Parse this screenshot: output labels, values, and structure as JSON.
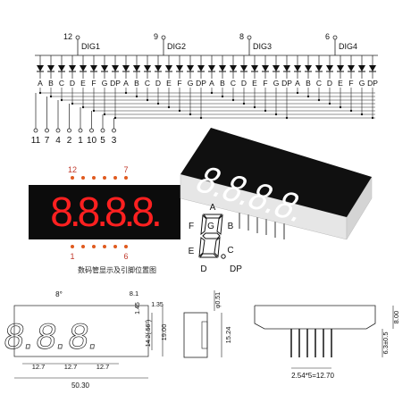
{
  "schematic": {
    "digits": [
      {
        "name": "DIG1",
        "pin": "12"
      },
      {
        "name": "DIG2",
        "pin": "9"
      },
      {
        "name": "DIG3",
        "pin": "8"
      },
      {
        "name": "DIG4",
        "pin": "6"
      }
    ],
    "segments": [
      "A",
      "B",
      "C",
      "D",
      "E",
      "F",
      "G",
      "DP"
    ],
    "bottom_pins": [
      "11",
      "7",
      "4",
      "2",
      "1",
      "10",
      "5",
      "3"
    ]
  },
  "front_view": {
    "top_pins": [
      "12",
      "7"
    ],
    "bottom_pins": [
      "1",
      "6"
    ],
    "digit_text": "8.8.8.8.",
    "caption": "数码管显示及引脚位置图",
    "display_color": "#ff1a1a",
    "pin_dot_color": "#e05a1e"
  },
  "segment_legend": {
    "labels": [
      "A",
      "B",
      "C",
      "D",
      "E",
      "F",
      "G",
      "DP"
    ]
  },
  "dimensions": {
    "angle": "8°",
    "pitch": [
      "12.7",
      "12.7",
      "12.7"
    ],
    "total_width": "50.30",
    "seg_width": "8.1",
    "d1_45": "1.45",
    "d1_35": "1.35",
    "digit_height": "14.2(.56\")",
    "total_height": "19.00",
    "pin_diameter": "φ0.51",
    "side_width": "15.24",
    "pin_spacing": "2.54*5=12.70",
    "pin_length": "6.3±0.5",
    "body_depth": "8.00"
  },
  "colors": {
    "line": "#222222",
    "body": "#111111",
    "photo_side": "#e8e8e8"
  }
}
